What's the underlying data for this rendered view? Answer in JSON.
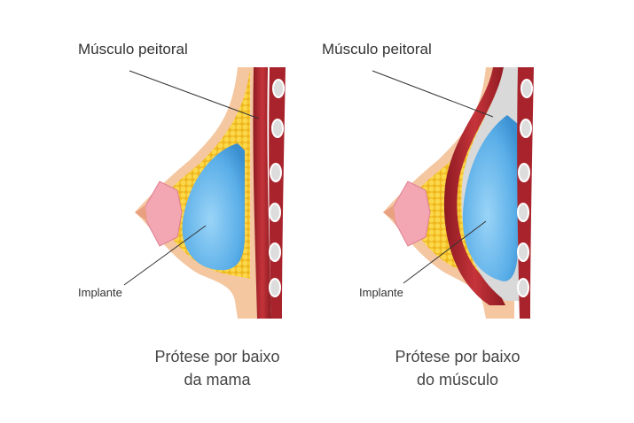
{
  "figures": [
    {
      "muscle_label": "Músculo peitoral",
      "implant_label": "Implante",
      "caption_line1": "Prótese por baixo",
      "caption_line2": "da mama"
    },
    {
      "muscle_label": "Músculo peitoral",
      "implant_label": "Implante",
      "caption_line1": "Prótese por baixo",
      "caption_line2": "do músculo"
    }
  ],
  "colors": {
    "skin": "#f4c7a1",
    "fat": "#f5c62c",
    "muscle": "#b3242c",
    "implant": "#5aaee8",
    "gland": "#f2a7b3"
  }
}
